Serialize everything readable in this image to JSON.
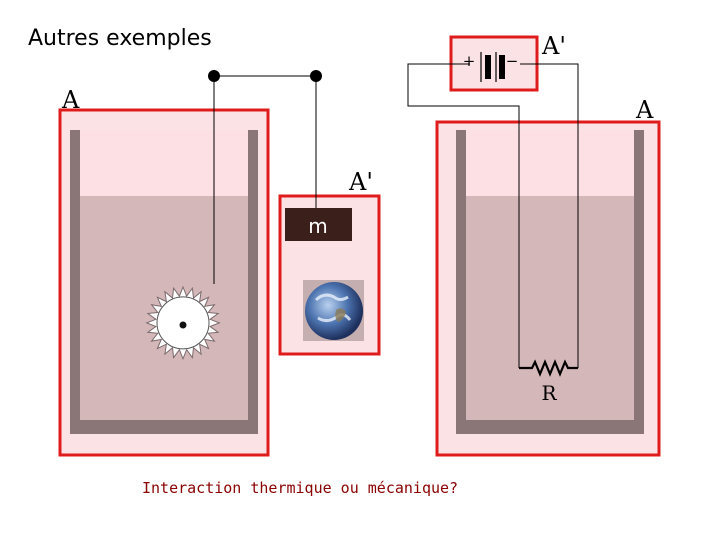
{
  "slide": {
    "title": "Autres exemples",
    "caption": "Interaction thermique ou mécanique?"
  },
  "labels": {
    "system_left": "A",
    "system_right": "A",
    "battery_box": "A'",
    "mass_box": "A'",
    "mass": "m",
    "resistor": "R",
    "plus": "+",
    "minus": "−"
  },
  "colors": {
    "system_border": "#e01b1b",
    "system_fill": "#fbe3e5",
    "liquid": "#d4b7b9",
    "air": "#fce0e4",
    "container_wall": "#8a7577",
    "mass_block": "#3a1f1b",
    "earth_frame": "#c4aeb0"
  },
  "icons": {
    "paddle_wheel": "paddle-wheel-icon",
    "earth": "earth-icon",
    "battery": "battery-icon",
    "resistor": "resistor-icon"
  }
}
